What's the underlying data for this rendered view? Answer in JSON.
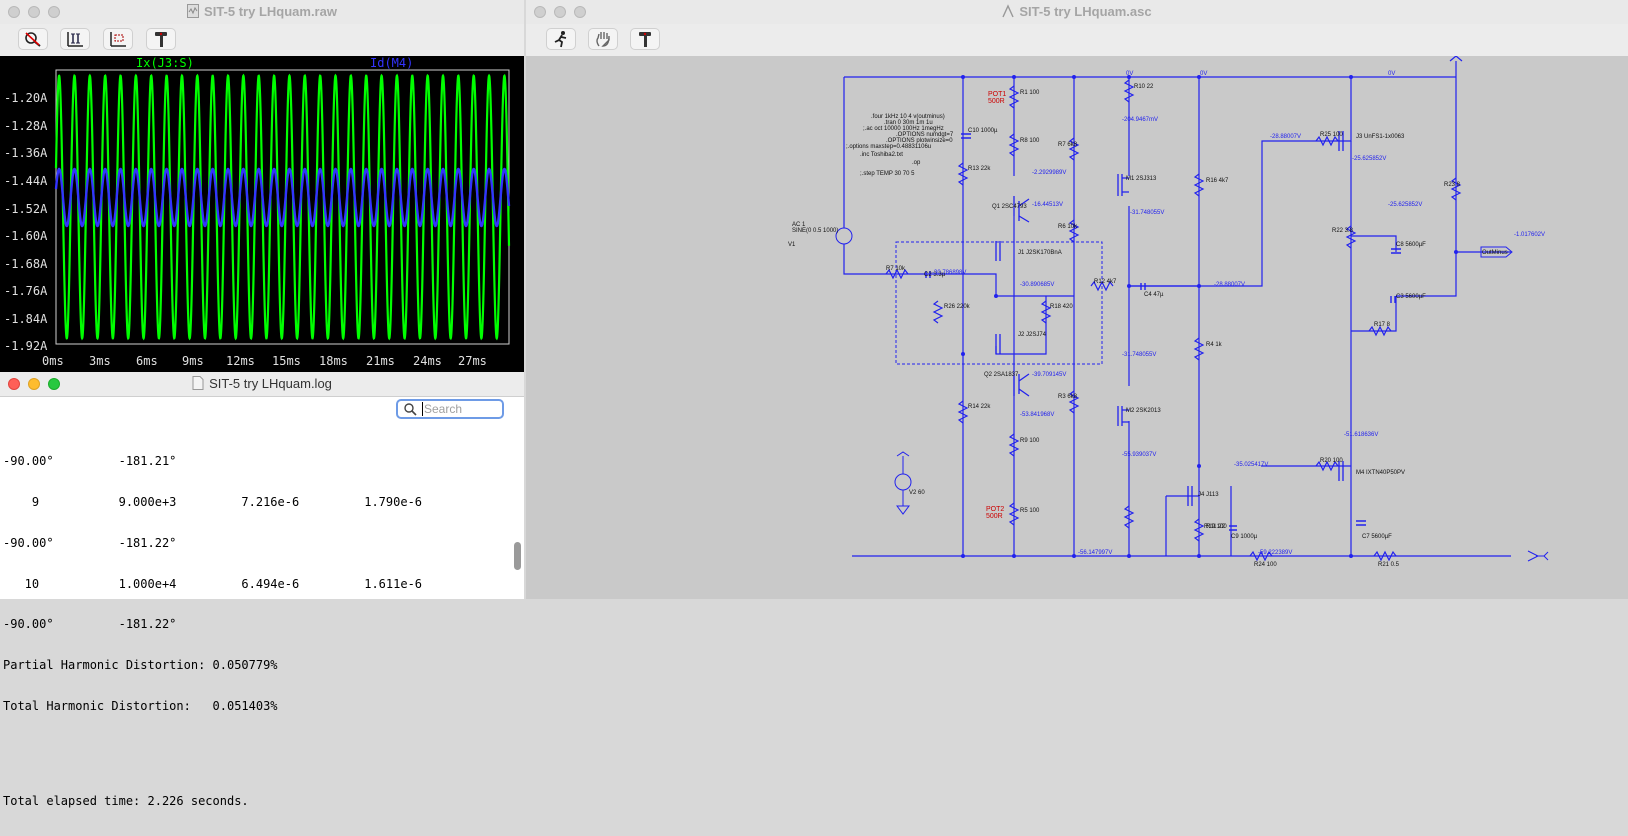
{
  "waveform_window": {
    "title": "SIT-5 try LHquam.raw",
    "toolbar": [
      "zoom-out-icon",
      "autorange-icon",
      "zoom-icon",
      "tools-icon"
    ],
    "traces": [
      {
        "label": "Ix(J3:S)",
        "color": "#00ff00"
      },
      {
        "label": "Id(M4)",
        "color": "#3333ff"
      }
    ],
    "y_ticks": [
      "-1.20A",
      "-1.28A",
      "-1.36A",
      "-1.44A",
      "-1.52A",
      "-1.60A",
      "-1.68A",
      "-1.76A",
      "-1.84A",
      "-1.92A"
    ],
    "x_ticks": [
      "0ms",
      "3ms",
      "6ms",
      "9ms",
      "12ms",
      "15ms",
      "18ms",
      "21ms",
      "24ms",
      "27ms"
    ]
  },
  "log_window": {
    "title": "SIT-5 try LHquam.log",
    "search_placeholder": "Search",
    "lines": [
      "-90.00°         -181.21°",
      "    9           9.000e+3         7.216e-6         1.790e-6",
      "-90.00°         -181.22°",
      "   10           1.000e+4         6.494e-6         1.611e-6",
      "-90.00°         -181.22°",
      "Partial Harmonic Distortion: 0.050779%",
      "Total Harmonic Distortion:   0.051403%",
      "",
      "",
      "Total elapsed time: 2.226 seconds."
    ]
  },
  "schematic_window": {
    "title": "SIT-5 try LHquam.asc",
    "toolbar": [
      "run-icon",
      "halt-icon",
      "tools-icon"
    ],
    "directives": [
      ".four 1kHz 10 4  v(outminus)",
      ".tran 0 30m  1m 1u",
      ";.ac oct 10000 100Hz 1megHz",
      ".OPTIONS numdgt=7",
      ".OPTIONS plotwinsize=0",
      ";.options maxstep=0.48831106u",
      ".inc Toshiba2.txt",
      ".op",
      ";.step TEMP 30 70 5"
    ],
    "pot_labels": [
      "POT1\n500R",
      "POT2\n500R"
    ],
    "components": [
      "R1 100",
      "R8 100",
      "R7 6k8",
      "R6 10k",
      "R10 22",
      "R16 4k7",
      "R13 22k",
      "C10 1000µ",
      "Q1 2SC4793",
      "J1 J2SK170BnA",
      "J2 J2SJ74",
      "R7 10k",
      "C2 3.3µ",
      "R26 220k",
      "R18 420",
      "R12 4k7",
      "C4 47µ",
      "M1 2SJ313",
      "M2 2SK2013",
      "Q2 2SA1837",
      "R3 6k8",
      "R14 22k",
      "R9 100",
      "R5 100",
      "R4 1k",
      "R11 22",
      "J4 J113",
      "R19 100",
      "C9 1000µ",
      "R24 100",
      "R25 100",
      "J3 UnFS1-1x0063",
      "R22 3.8",
      "C3 5600µF",
      "R17 8",
      "R20 100",
      "M4 IXTN40P50PV",
      "C7 5600µF",
      "R21 0.5",
      "R23 8",
      "C8 5600µF",
      "V1",
      "V2 60"
    ],
    "node_voltages": [
      "0V",
      "0V",
      "0V",
      "-2.2929989V",
      "-16.44513V",
      "-204.9467mV",
      "-31.748055V",
      "-30.786898V",
      "-30.890685V",
      "-28.88007V",
      "-28.88007V",
      "-25.625852V",
      "-25.625852V",
      "-39.709145V",
      "-53.841968V",
      "-31.748055V",
      "-55.939037V",
      "-35.025417V",
      "-51.618636V",
      "-56.147997V",
      "-59.222389V",
      "-1.017602V"
    ],
    "source_label": "AC 1\nSINE(0 0.5 1000)",
    "output_label": "OutMinus"
  }
}
